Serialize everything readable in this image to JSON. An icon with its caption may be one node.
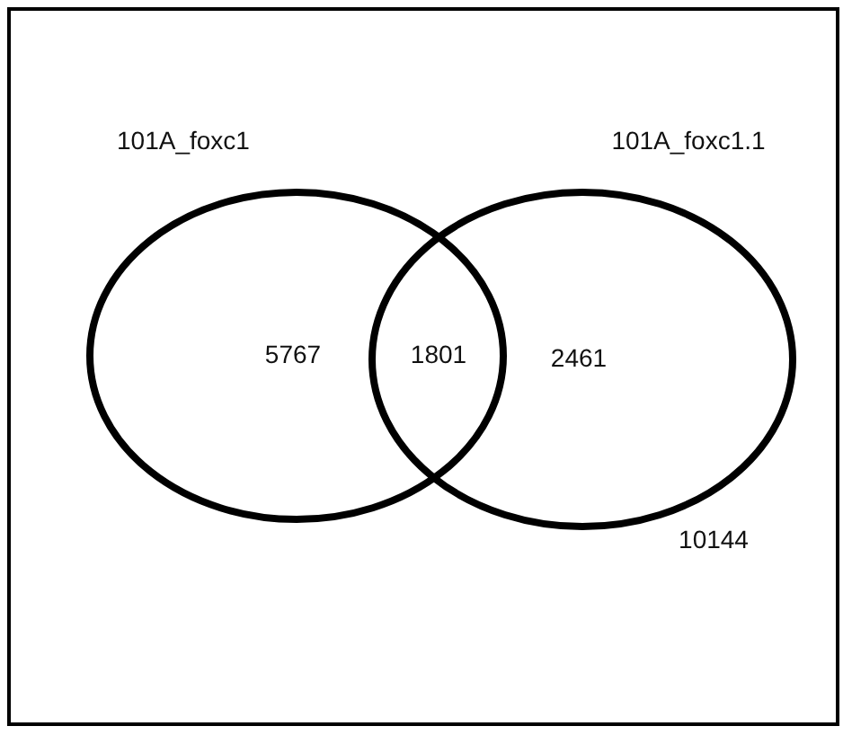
{
  "diagram": {
    "nodes": [
      {
        "text": [
          "101A_foxc1",
          "5767"
        ]
      },
      {
        "text": [
          "101A_foxc1.1",
          "2461"
        ]
      }
    ],
    "labels": [
      "1801",
      "10144"
    ]
  }
}
